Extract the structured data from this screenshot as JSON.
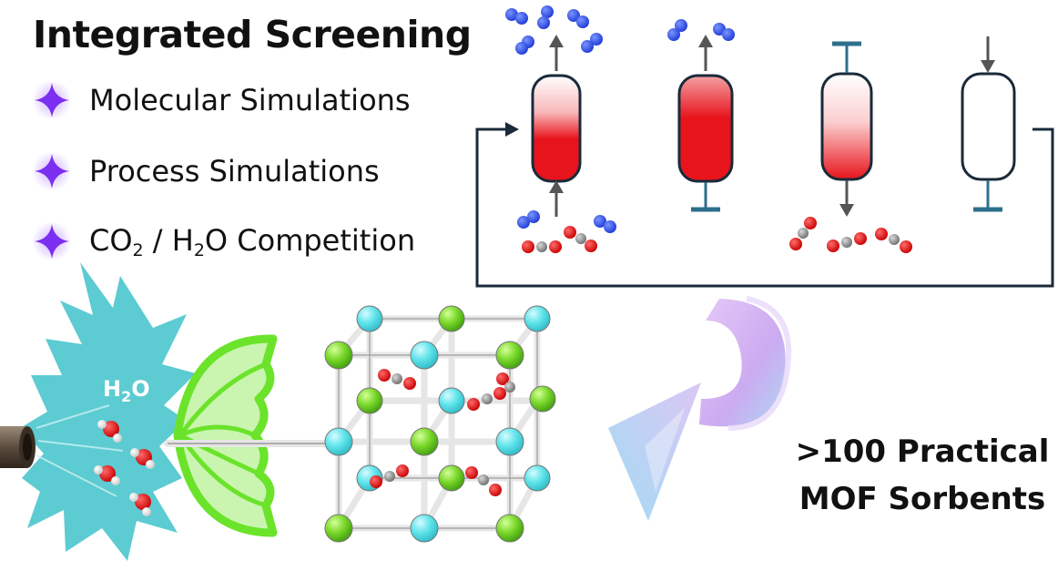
{
  "title": "Integrated Screening",
  "bullets": [
    {
      "text": "Molecular Simulations"
    },
    {
      "text": "Process Simulations"
    },
    {
      "pre": "CO",
      "sub1": "2",
      "mid": " / H",
      "sub2": "2",
      "post": "O Competition"
    }
  ],
  "water_label": {
    "main": "H",
    "sub": "2",
    "tail": "O"
  },
  "result": {
    "line1": ">100 Practical",
    "line2": "MOF Sorbents"
  },
  "colors": {
    "accent_star": "#7b2ff0",
    "sorbent_fill": "#e8141c",
    "loop_line": "#1a2a3a",
    "valve": "#2e6f8c",
    "co2_oxygen": "#e30b0b",
    "co2_carbon": "#8a8a8a",
    "n2_molecule": "#2f50e6",
    "water_splash": "#5ccbd2",
    "umbrella": "#6be32a",
    "mof_node_cyan": "#5fe4ea",
    "mof_node_green": "#7ad82a",
    "recycle_arrow": "#c9a6f0"
  },
  "icons": [
    "sparkle-icon",
    "arrow-up-icon",
    "arrow-down-icon",
    "valve-icon",
    "recycle-arrow-icon",
    "umbrella-icon",
    "pipe-icon"
  ]
}
